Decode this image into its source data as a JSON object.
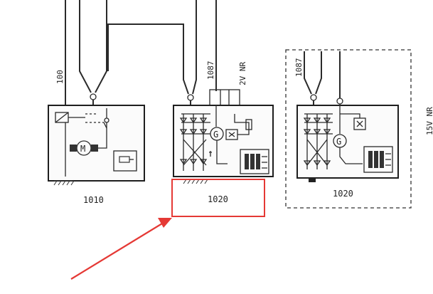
{
  "components": [
    {
      "id": "starter",
      "label": "1010"
    },
    {
      "id": "alternator-1",
      "label": "1020"
    },
    {
      "id": "alternator-2",
      "label": "1020"
    }
  ],
  "wires": {
    "starter_top": "100",
    "alt1_top": "1087",
    "alt1_note": "2V NR",
    "alt2_top": "1087",
    "right_edge": "15V NR"
  },
  "symbols": {
    "motor": "M",
    "generator": "G"
  },
  "colors": {
    "line": "#2a2a2a",
    "highlight": "#e53935"
  }
}
